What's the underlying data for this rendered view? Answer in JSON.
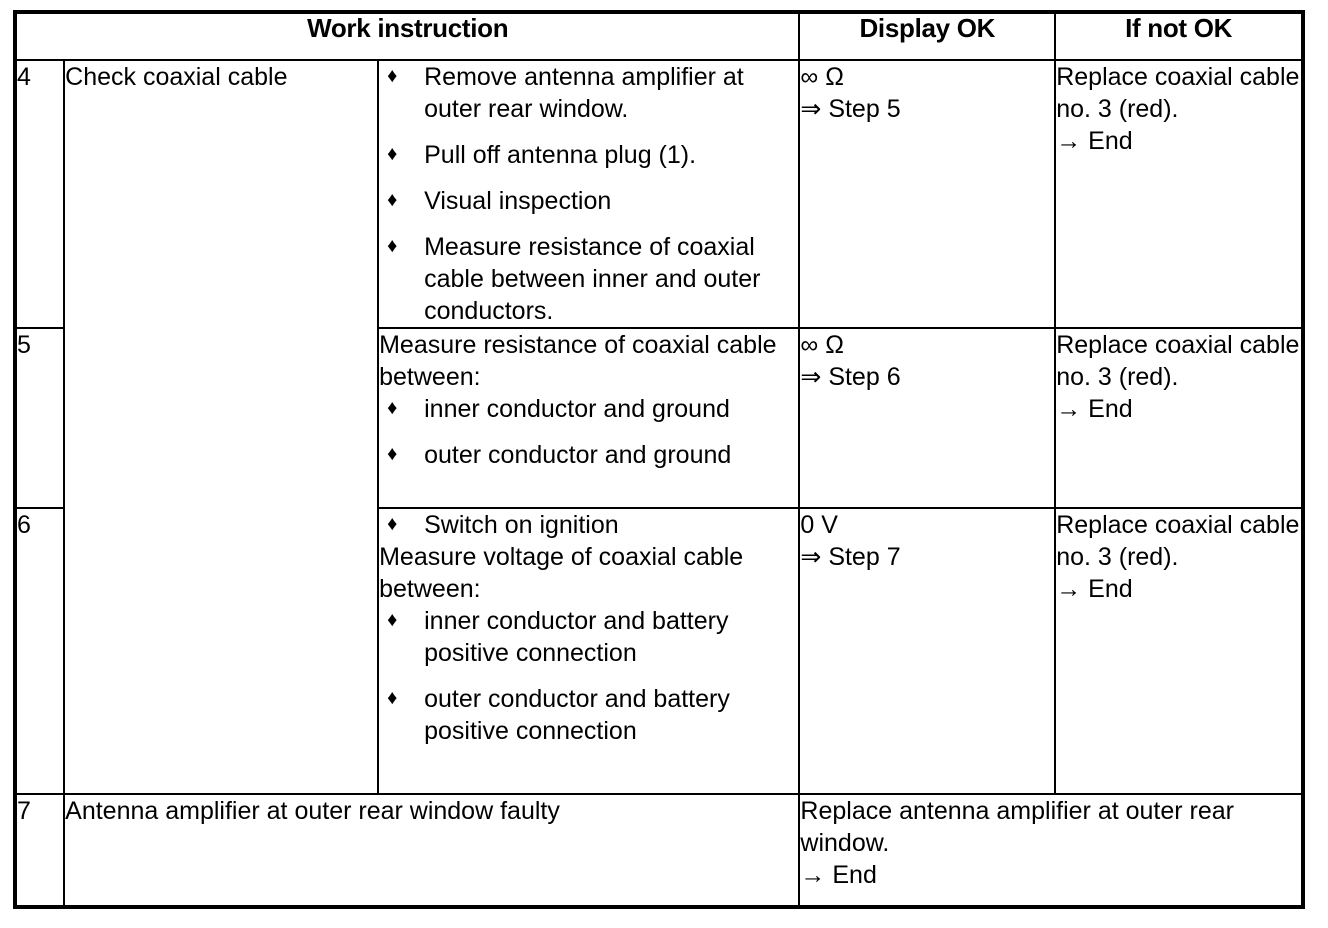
{
  "table": {
    "headers": {
      "work_instruction": "Work instruction",
      "display_ok": "Display OK",
      "if_not_ok": "If not OK"
    },
    "bullet_glyph": "♦",
    "arrow_double": "⇒",
    "arrow_single": "→",
    "infinity_ohm": "∞ Ω",
    "rows": [
      {
        "number": "4",
        "task": "Check coaxial cable",
        "details": [
          "Remove antenna amplifier at outer rear window.",
          "Pull off antenna plug (1).",
          "Visual inspection",
          "Measure resistance of coaxial cable between inner and outer conductors."
        ],
        "display_ok_value": "∞ Ω",
        "display_ok_next": "⇒ Step 5",
        "if_not_ok_line1": "Replace coaxial cable no. 3 (red).",
        "if_not_ok_line2": "→ End"
      },
      {
        "number": "5",
        "intro": "Measure resistance of coaxial cable between:",
        "details": [
          "inner conductor and ground",
          "outer conductor and ground"
        ],
        "display_ok_value": "∞ Ω",
        "display_ok_next": "⇒ Step 6",
        "if_not_ok_line1": "Replace coaxial cable no. 3 (red).",
        "if_not_ok_line2": "→ End"
      },
      {
        "number": "6",
        "lead_bullet": "Switch on ignition",
        "intro": "Measure voltage of coaxial cable between:",
        "details": [
          "inner conductor and battery positive connection",
          "outer conductor and battery positive connection"
        ],
        "display_ok_value": "0 V",
        "display_ok_next": "⇒ Step 7",
        "if_not_ok_line1": "Replace coaxial cable no. 3 (red).",
        "if_not_ok_line2": "→ End"
      },
      {
        "number": "7",
        "task": "Antenna amplifier at outer rear window faulty",
        "result_line1": "Replace antenna amplifier at outer rear window.",
        "result_line2": "→ End"
      }
    ]
  },
  "colors": {
    "ink": "#000000",
    "paper": "#ffffff"
  }
}
